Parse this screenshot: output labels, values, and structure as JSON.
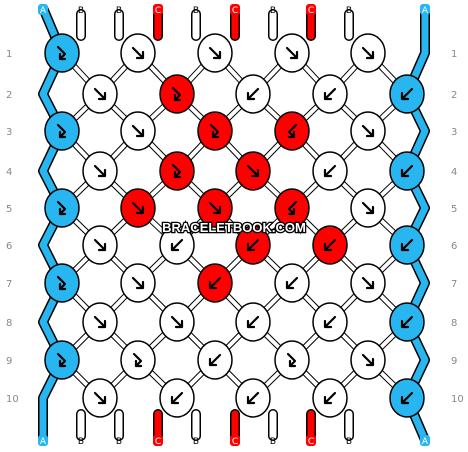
{
  "colors": {
    "A": "#27b6f0",
    "B": "#ffffff",
    "C": "#ff0000"
  },
  "top_strands": [
    "A",
    "B",
    "B",
    "C",
    "B",
    "C",
    "B",
    "C",
    "B",
    "A"
  ],
  "bottom_strands": [
    "A",
    "B",
    "B",
    "C",
    "B",
    "C",
    "B",
    "C",
    "B",
    "A"
  ],
  "row_labels": [
    "1",
    "2",
    "3",
    "4",
    "5",
    "6",
    "7",
    "8",
    "9",
    "10"
  ],
  "watermark": "BRACELETBOOK.COM",
  "knots": [
    [
      {
        "c": "A",
        "t": "fb"
      },
      {
        "c": "B",
        "t": "f"
      },
      {
        "c": "B",
        "t": "f"
      },
      {
        "c": "B",
        "t": "f"
      },
      {
        "c": "B",
        "t": "f"
      }
    ],
    [
      {
        "c": "B",
        "t": "f"
      },
      {
        "c": "C",
        "t": "fb"
      },
      {
        "c": "B",
        "t": "b"
      },
      {
        "c": "B",
        "t": "b"
      },
      {
        "c": "A",
        "t": "b"
      }
    ],
    [
      {
        "c": "A",
        "t": "fb"
      },
      {
        "c": "B",
        "t": "f"
      },
      {
        "c": "C",
        "t": "fb"
      },
      {
        "c": "C",
        "t": "bf"
      },
      {
        "c": "B",
        "t": "f"
      }
    ],
    [
      {
        "c": "B",
        "t": "f"
      },
      {
        "c": "C",
        "t": "fb"
      },
      {
        "c": "C",
        "t": "f"
      },
      {
        "c": "B",
        "t": "b"
      },
      {
        "c": "A",
        "t": "b"
      }
    ],
    [
      {
        "c": "A",
        "t": "fb"
      },
      {
        "c": "C",
        "t": "f"
      },
      {
        "c": "C",
        "t": "f"
      },
      {
        "c": "C",
        "t": "bf"
      },
      {
        "c": "B",
        "t": "f"
      }
    ],
    [
      {
        "c": "B",
        "t": "f"
      },
      {
        "c": "B",
        "t": "b"
      },
      {
        "c": "C",
        "t": "b"
      },
      {
        "c": "C",
        "t": "b"
      },
      {
        "c": "A",
        "t": "b"
      }
    ],
    [
      {
        "c": "A",
        "t": "fb"
      },
      {
        "c": "B",
        "t": "f"
      },
      {
        "c": "C",
        "t": "b"
      },
      {
        "c": "B",
        "t": "b"
      },
      {
        "c": "B",
        "t": "f"
      }
    ],
    [
      {
        "c": "B",
        "t": "f"
      },
      {
        "c": "B",
        "t": "f"
      },
      {
        "c": "B",
        "t": "b"
      },
      {
        "c": "B",
        "t": "b"
      },
      {
        "c": "A",
        "t": "b"
      }
    ],
    [
      {
        "c": "A",
        "t": "fb"
      },
      {
        "c": "B",
        "t": "fb"
      },
      {
        "c": "B",
        "t": "b"
      },
      {
        "c": "B",
        "t": "fb"
      },
      {
        "c": "B",
        "t": "f"
      }
    ],
    [
      {
        "c": "B",
        "t": "f"
      },
      {
        "c": "B",
        "t": "b"
      },
      {
        "c": "B",
        "t": "b"
      },
      {
        "c": "B",
        "t": "b"
      },
      {
        "c": "A",
        "t": "b"
      }
    ]
  ]
}
